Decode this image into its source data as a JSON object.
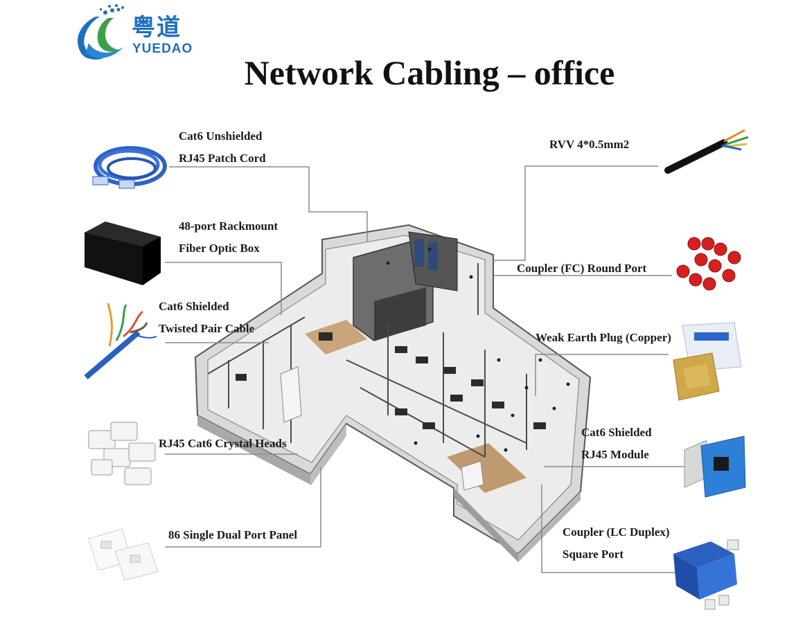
{
  "brand": {
    "name_cn": "粤道",
    "name_en": "YUEDAO"
  },
  "title": "Network Cabling – office",
  "components": [
    {
      "id": "patch-cord",
      "line1": "Cat6 Unshielded",
      "line2": "RJ45 Patch Cord",
      "icon": "blue-patch-cord-icon"
    },
    {
      "id": "fiber-box",
      "line1": "48-port Rackmount",
      "line2": "Fiber Optic Box",
      "icon": "black-fiber-box-icon"
    },
    {
      "id": "twisted-pair",
      "line1": "Cat6 Shielded",
      "line2": "Twisted Pair Cable",
      "icon": "twisted-pair-cable-icon"
    },
    {
      "id": "crystal-heads",
      "line1": "RJ45 Cat6 Crystal Heads",
      "line2": "",
      "icon": "rj45-connectors-icon"
    },
    {
      "id": "port-panel",
      "line1": "86 Single Dual Port Panel",
      "line2": "",
      "icon": "wall-port-panel-icon"
    },
    {
      "id": "rvv",
      "line1": "RVV 4*0.5mm2",
      "line2": "",
      "icon": "rvv-cable-icon"
    },
    {
      "id": "fc-coupler",
      "line1": "Coupler (FC) Round Port",
      "line2": "",
      "icon": "fc-couplers-icon"
    },
    {
      "id": "earth-plug",
      "line1": "Weak Earth Plug (Copper)",
      "line2": "",
      "icon": "copper-earth-plug-icon"
    },
    {
      "id": "rj45-module",
      "line1": "Cat6 Shielded",
      "line2": "RJ45 Module",
      "icon": "rj45-keystone-module-icon"
    },
    {
      "id": "lc-coupler",
      "line1": "Coupler (LC Duplex)",
      "line2": "Square Port",
      "icon": "lc-duplex-coupler-icon"
    }
  ],
  "colors": {
    "brand_blue": "#1f6fbf",
    "brand_green": "#3aa04a",
    "leader_line": "#8a8a8a",
    "cable_blue": "#2e63c8"
  }
}
